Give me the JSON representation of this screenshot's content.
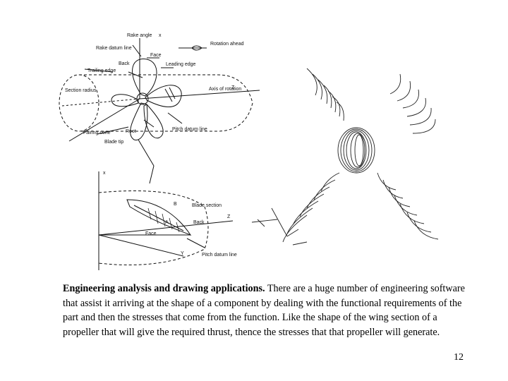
{
  "figure_top": {
    "labels": {
      "rake_angle": "Rake angle",
      "x_axis": "x",
      "rake_datum_line": "Rake datum line",
      "rotation_ahead": "Rotation ahead",
      "face": "Face",
      "back": "Back",
      "leading_edge": "Leading edge",
      "trailing_edge": "Trailing edge",
      "section_radius": "Section radius",
      "axis_of_rotation": "Axis of rotation",
      "z_axis": "Z",
      "fairing_cone": "Fairing cone",
      "root": "Root",
      "pitch_datum_line": "Pitch datum line",
      "blade_tip": "Blade tip"
    }
  },
  "figure_bottom": {
    "labels": {
      "x_axis": "x",
      "blade_section": "Blade section",
      "back": "Back",
      "face": "Face",
      "z_axis": "Z",
      "y_axis": "Y",
      "pitch_datum_line": "Pitch datum line",
      "point_a": "A",
      "point_b": "B"
    }
  },
  "caption": {
    "heading": "Engineering analysis and drawing applications.",
    "body": " There are a huge number of engineering software that assist it arriving at the shape of a component by dealing with the functional requirements of the part and then the stresses that come from the function. Like the shape of the wing section of a propeller that will give the required thrust, thence the stresses that that propeller will generate."
  },
  "page_number": "12"
}
